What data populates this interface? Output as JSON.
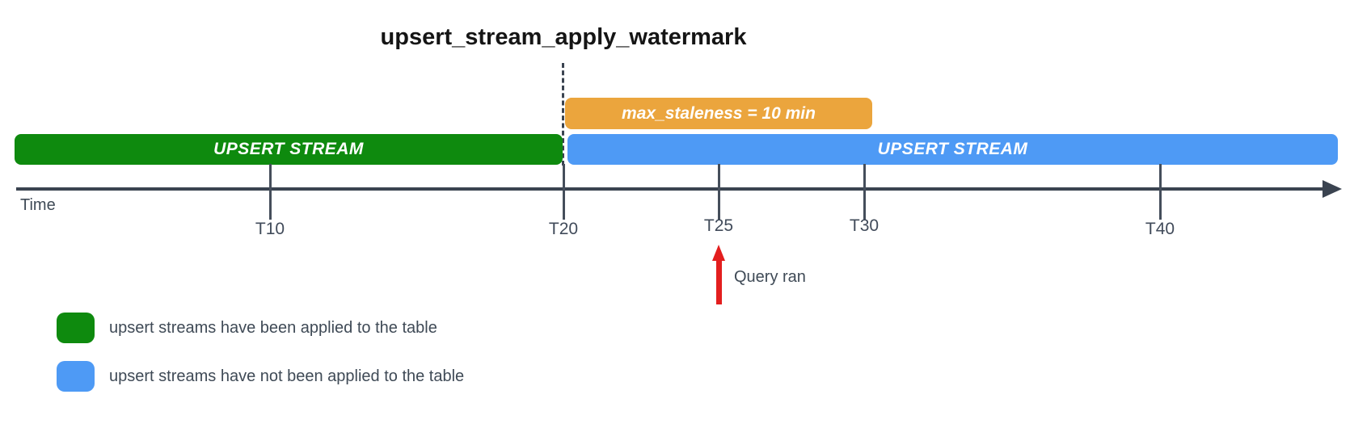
{
  "title": "upsert_stream_apply_watermark",
  "staleness_box": {
    "label": "max_staleness = 10 min"
  },
  "bars": [
    {
      "label": "UPSERT STREAM",
      "state": "applied-to-table"
    },
    {
      "label": "UPSERT STREAM",
      "state": "not-applied-to-table"
    }
  ],
  "timeline": {
    "axis_label": "Time",
    "ticks": [
      "T10",
      "T20",
      "T25",
      "T30",
      "T40"
    ]
  },
  "annotations": {
    "query_ran": "Query ran"
  },
  "legend": {
    "items": [
      {
        "swatch": "green",
        "label": "upsert streams have been applied to the table"
      },
      {
        "swatch": "blue",
        "label": "upsert streams have not been applied to the table"
      }
    ]
  },
  "colors": {
    "applied_green": "#0e8a0e",
    "not_applied_blue": "#4e9af5",
    "staleness_orange": "#eba53d",
    "query_arrow_red": "#e31e1e",
    "axis_dark": "#3a4350"
  }
}
